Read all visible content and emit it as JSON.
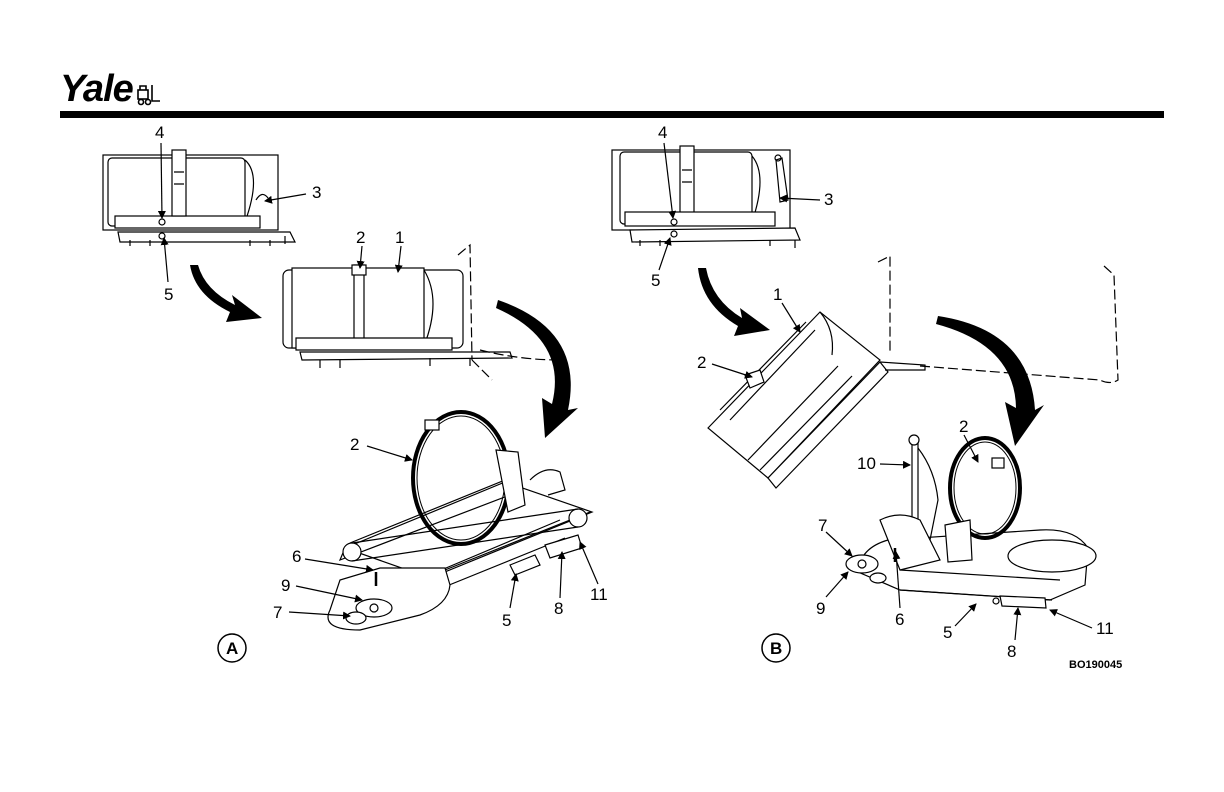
{
  "header": {
    "brand": "Yale"
  },
  "panels": {
    "a": {
      "label": "A",
      "callouts": {
        "c1": "1",
        "c2_top": "2",
        "c2": "2",
        "c3": "3",
        "c4": "4",
        "c5_top": "5",
        "c5": "5",
        "c6": "6",
        "c7": "7",
        "c8": "8",
        "c9": "9",
        "c11": "11"
      }
    },
    "b": {
      "label": "B",
      "callouts": {
        "c1": "1",
        "c2_top": "2",
        "c2": "2",
        "c3": "3",
        "c4": "4",
        "c5_top": "5",
        "c5": "5",
        "c6": "6",
        "c7": "7",
        "c8": "8",
        "c9": "9",
        "c10": "10",
        "c11": "11"
      }
    }
  },
  "figure_code": "BO190045"
}
